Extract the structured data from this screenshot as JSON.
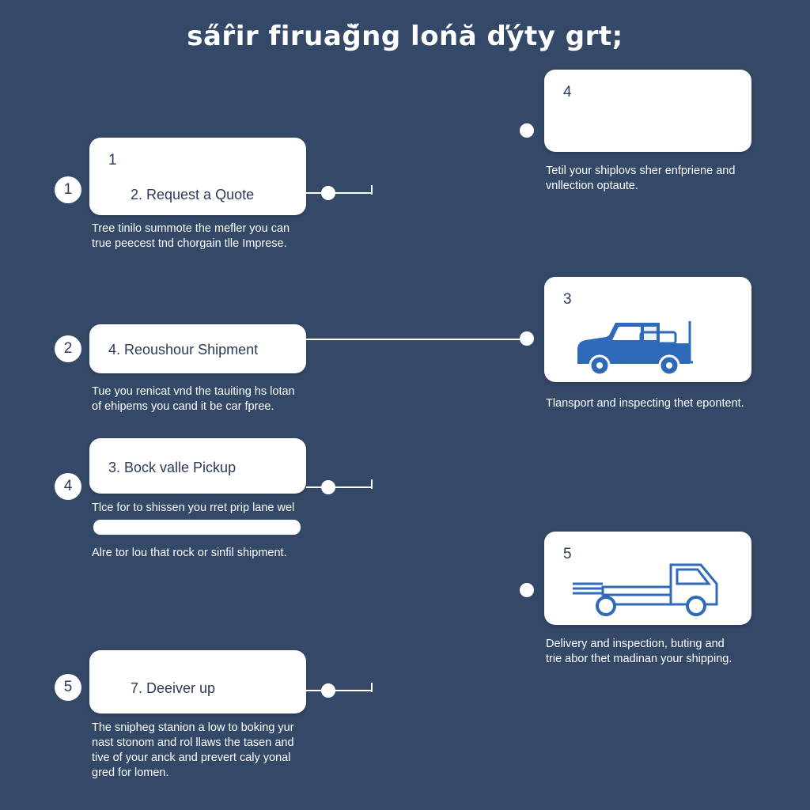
{
  "title": "sa̋r̂ir firuağ̌ng lońă ďýty grt;",
  "left_steps": [
    {
      "circle": "1",
      "card_number": "1",
      "label": "2. Request a Quote",
      "desc": [
        "Tree tinilo summote the mefler you can",
        "true peecest tnd chorgain tlle Imprese."
      ]
    },
    {
      "circle": "2",
      "label": "4.  Reoushour Shipment",
      "desc": [
        "Tue you renicat vnd the tauiting hs lotan",
        "of ehipems you cand it be car fpree."
      ]
    },
    {
      "circle": "4",
      "label": "3.  Bock valle Pickup",
      "desc": [
        "Tlce for to shissen you rret prip lane wel",
        "Alre tor lou that rock or sinfil shipment."
      ]
    },
    {
      "circle": "5",
      "label": "7. Deeiver up",
      "desc": [
        "The snipheg stanion a low to boking yur",
        "nast stonom and rol llaws the tasen and",
        "tive of your anck and prevert caly yonal",
        "gred for lomen."
      ]
    }
  ],
  "right_steps": [
    {
      "card_number": "4",
      "desc": [
        "Tetil your shiplovs sher enfpriene and",
        "vnllection optaute."
      ]
    },
    {
      "card_number": "3",
      "icon": "pickup-truck-icon",
      "desc": [
        "Tlansport and inspecting thet epontent."
      ]
    },
    {
      "card_number": "5",
      "icon": "flatbed-truck-icon",
      "desc": [
        "Delivery and inspection, buting and",
        "trie abor thet madinan your shipping."
      ]
    }
  ],
  "colors": {
    "background": "#344867",
    "card": "#ffffff",
    "truck_blue": "#2f6ab8",
    "text_dark": "#2a3a58"
  }
}
